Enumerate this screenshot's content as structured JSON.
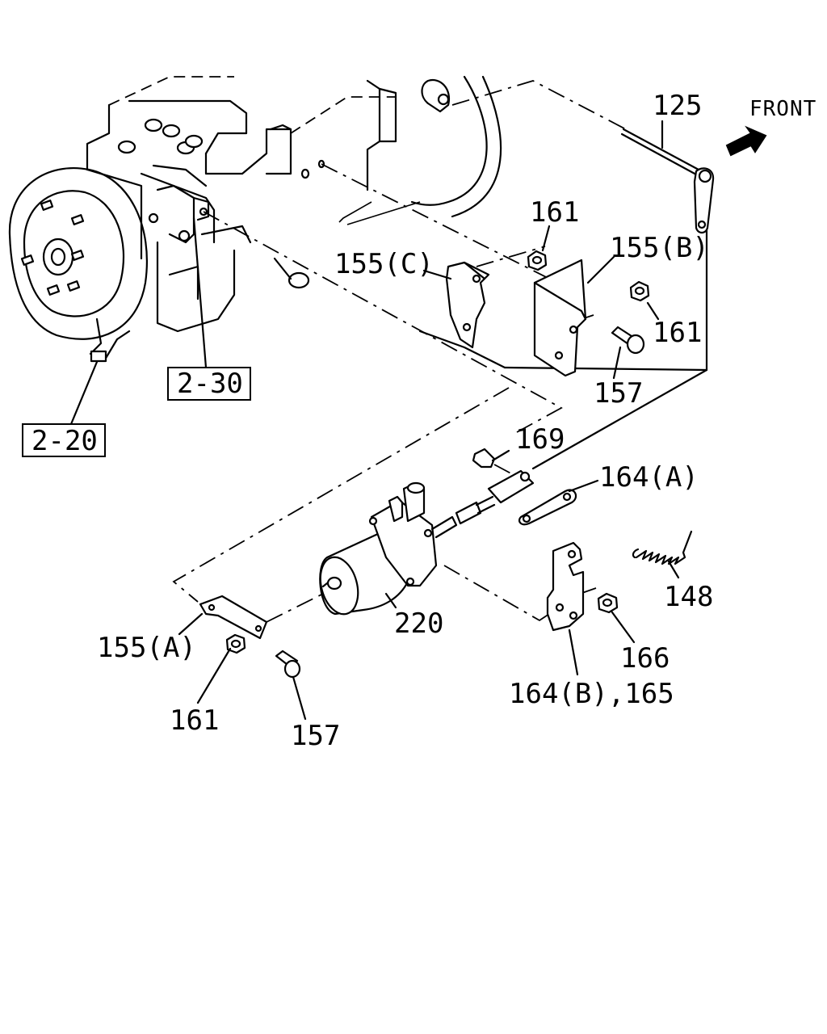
{
  "direction": {
    "label": "FRONT",
    "icon": "front-arrow-icon"
  },
  "references": [
    {
      "id": "ref-2-30",
      "label": "2-30"
    },
    {
      "id": "ref-2-20",
      "label": "2-20"
    }
  ],
  "callouts": {
    "p125": "125",
    "p161_top": "161",
    "p155C": "155(C)",
    "p155B": "155(B)",
    "p161_right": "161",
    "p157_right": "157",
    "p169": "169",
    "p164A": "164(A)",
    "p148": "148",
    "p220": "220",
    "p155A": "155(A)",
    "p161_bottom": "161",
    "p157_bottom": "157",
    "p166": "166",
    "p164B_165": "164(B),165"
  }
}
